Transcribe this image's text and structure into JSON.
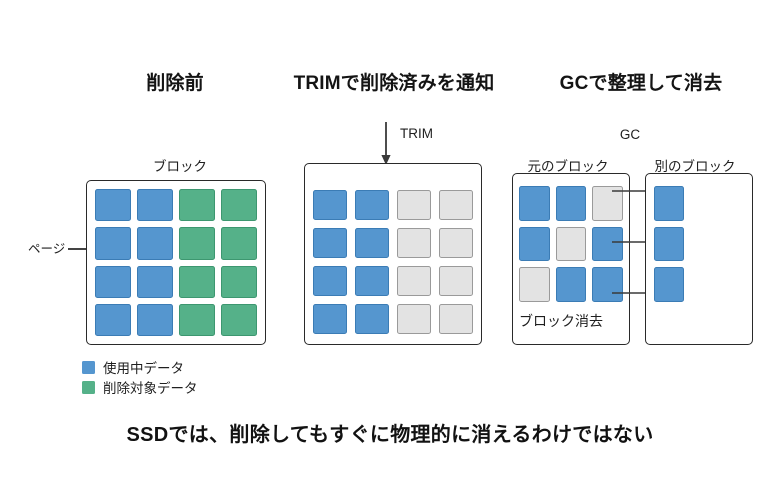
{
  "caption": "SSDでは、削除してもすぐに物理的に消えるわけではない",
  "colors": {
    "used": "#5596cf",
    "deleted": "#55b189",
    "invalid": "#e3e3e3",
    "outline": "#2a2a2a",
    "text": "#1a1a1a",
    "background": "#ffffff"
  },
  "panels": [
    {
      "title": "削除前",
      "block_label": "ブロック",
      "page_label": "ページ",
      "grid": {
        "rows": 4,
        "cols": 4,
        "cells": [
          [
            "used",
            "used",
            "deleted",
            "deleted"
          ],
          [
            "used",
            "used",
            "deleted",
            "deleted"
          ],
          [
            "used",
            "used",
            "deleted",
            "deleted"
          ],
          [
            "used",
            "used",
            "deleted",
            "deleted"
          ]
        ]
      }
    },
    {
      "title": "TRIMで削除済みを通知",
      "arrow_label": "TRIM",
      "grid": {
        "rows": 4,
        "cols": 4,
        "cells": [
          [
            "used",
            "used",
            "invalid",
            "invalid"
          ],
          [
            "used",
            "used",
            "invalid",
            "invalid"
          ],
          [
            "used",
            "used",
            "invalid",
            "invalid"
          ],
          [
            "used",
            "used",
            "invalid",
            "invalid"
          ]
        ]
      }
    },
    {
      "title": "GCで整理して消去",
      "arrow_label": "GC",
      "source_block_label": "元のブロック",
      "destination_block_label": "別のブロック",
      "erase_label": "ブロック消去",
      "source_grid": {
        "rows": 3,
        "cols": 3,
        "cells": [
          [
            "used",
            "used",
            "invalid"
          ],
          [
            "used",
            "invalid",
            "used"
          ],
          [
            "invalid",
            "used",
            "used"
          ]
        ]
      },
      "destination_grid": {
        "rows": 3,
        "cols": 1,
        "cells": [
          [
            "used"
          ],
          [
            "used"
          ],
          [
            "used"
          ]
        ]
      },
      "arrow_count": 3
    }
  ],
  "legend": [
    {
      "swatch": "#5596cf",
      "label": "使用中データ"
    },
    {
      "swatch": "#55b189",
      "label": "削除対象データ"
    }
  ]
}
